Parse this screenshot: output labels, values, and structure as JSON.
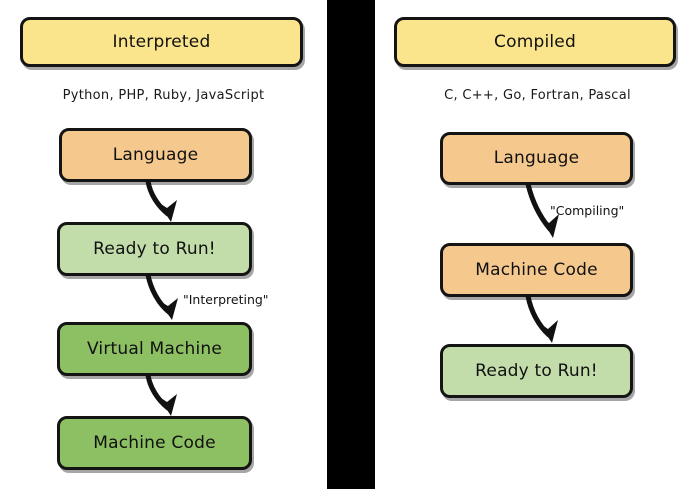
{
  "diagram": {
    "title_left": "Interpreted",
    "title_right": "Compiled",
    "divider_color": "#000000",
    "background_color": "#ffffff"
  },
  "palette": {
    "yellow": "#fae48c",
    "orange": "#f5c98e",
    "green_light": "#c2ddaa",
    "green_mid": "#8dc063",
    "outline": "#141414"
  },
  "left_panel": {
    "header": "Interpreted",
    "subtitle": "Python, PHP, Ruby, JavaScript",
    "nodes": [
      {
        "label": "Language",
        "color": "orange"
      },
      {
        "label": "Ready to Run!",
        "color": "green_light"
      },
      {
        "label": "Virtual Machine",
        "color": "green_mid"
      },
      {
        "label": "Machine Code",
        "color": "green_mid"
      }
    ],
    "edges": [
      {
        "from": "Language",
        "to": "Ready to Run!",
        "label": ""
      },
      {
        "from": "Ready to Run!",
        "to": "Virtual Machine",
        "label": "\"Interpreting\""
      },
      {
        "from": "Virtual Machine",
        "to": "Machine Code",
        "label": ""
      }
    ]
  },
  "right_panel": {
    "header": "Compiled",
    "subtitle": "C, C++, Go, Fortran, Pascal",
    "nodes": [
      {
        "label": "Language",
        "color": "orange"
      },
      {
        "label": "Machine Code",
        "color": "orange"
      },
      {
        "label": "Ready to Run!",
        "color": "green_light"
      }
    ],
    "edges": [
      {
        "from": "Language",
        "to": "Machine Code",
        "label": "\"Compiling\""
      },
      {
        "from": "Machine Code",
        "to": "Ready to Run!",
        "label": ""
      }
    ]
  }
}
